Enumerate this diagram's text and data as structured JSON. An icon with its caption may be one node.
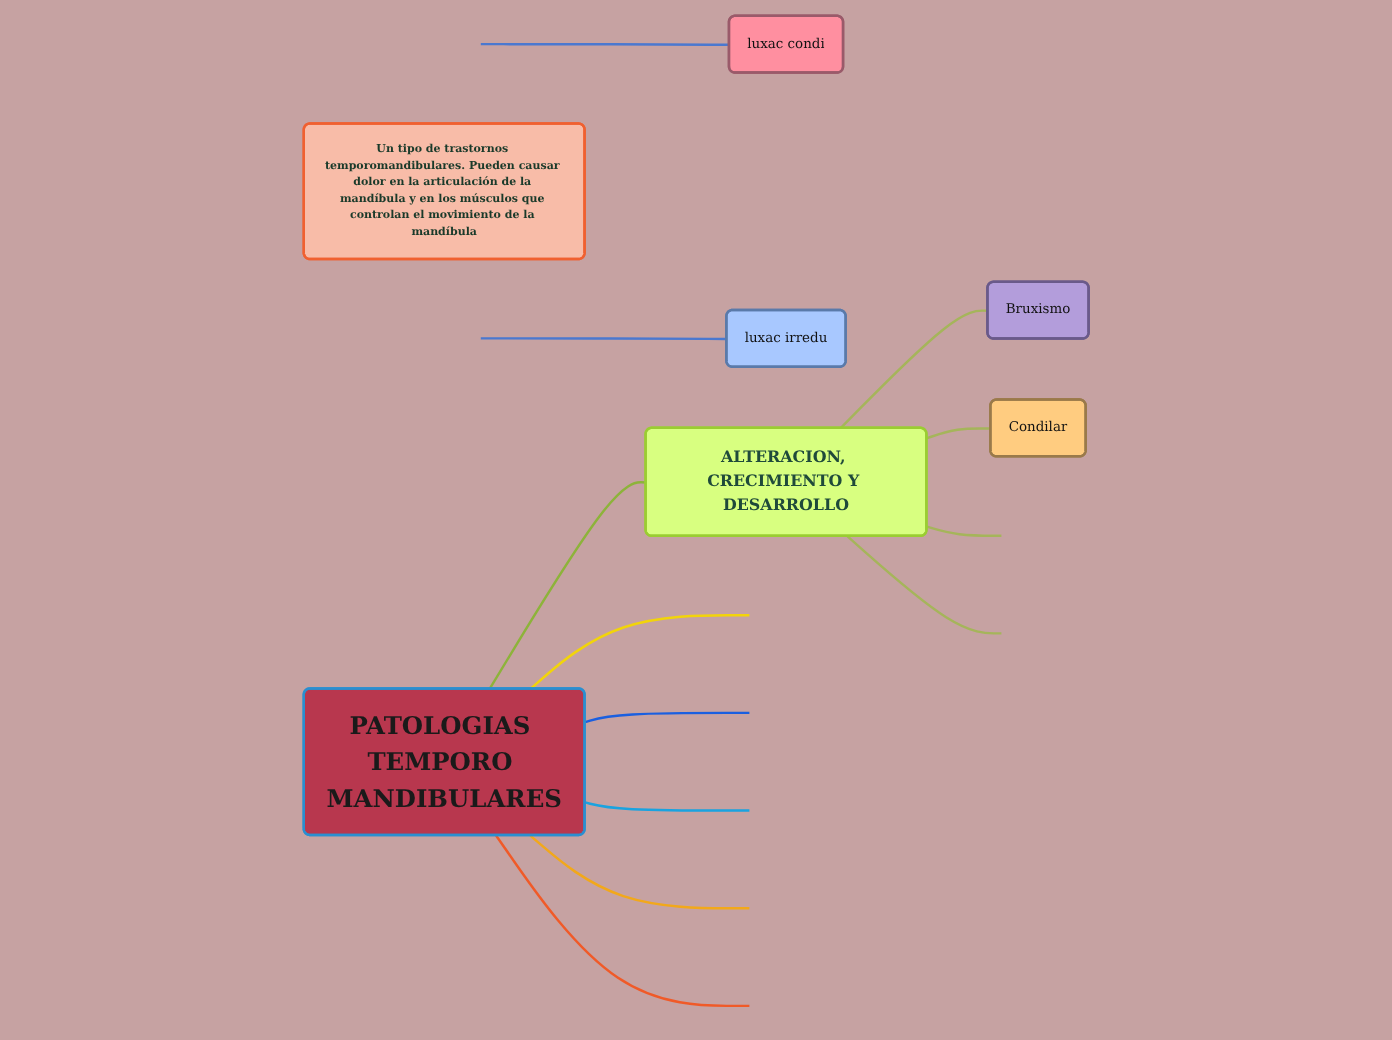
{
  "diagram": {
    "nodes": [
      {
        "text": [
          "PATOLOGIAS TEMPORO MANDIBULARES"
        ]
      },
      {
        "text": [
          "Un tipo de trastornos temporomandibulares. Pueden causar dolor en la articulación de la mandíbula y en los músculos que controlan el movimiento de la mandíbula"
        ]
      },
      {
        "text": [
          "ALTERACION, CRECIMIENTO Y DESARROLLO"
        ]
      },
      {
        "text": [
          "Bruxismo"
        ]
      },
      {
        "text": [
          "Condilar"
        ]
      },
      {
        "text": [
          "luxac condi"
        ]
      },
      {
        "text": [
          "luxac irredu"
        ]
      }
    ],
    "edges": [
      {
        "from": 0,
        "to": 2,
        "arrow": "none",
        "color": "#8db33a"
      },
      {
        "from": 2,
        "to": 3,
        "arrow": "none",
        "color": "#a5b55a"
      },
      {
        "from": 2,
        "to": 4,
        "arrow": "none",
        "color": "#a5b55a"
      },
      {
        "from": 2,
        "to": null,
        "arrow": "none",
        "color": "#a5b55a"
      },
      {
        "from": 2,
        "to": null,
        "arrow": "none",
        "color": "#a5b55a"
      },
      {
        "from": 0,
        "to": null,
        "arrow": "none",
        "color": "#f2d40a"
      },
      {
        "from": 0,
        "to": null,
        "arrow": "none",
        "color": "#1a5fe0"
      },
      {
        "from": 0,
        "to": null,
        "arrow": "none",
        "color": "#1aa3e0"
      },
      {
        "from": 0,
        "to": null,
        "arrow": "none",
        "color": "#f2a81a"
      },
      {
        "from": 0,
        "to": null,
        "arrow": "none",
        "color": "#f05a28"
      },
      {
        "from": null,
        "to": 5,
        "arrow": "none",
        "color": "#4a78d0"
      },
      {
        "from": null,
        "to": 6,
        "arrow": "none",
        "color": "#4a78d0"
      }
    ]
  }
}
